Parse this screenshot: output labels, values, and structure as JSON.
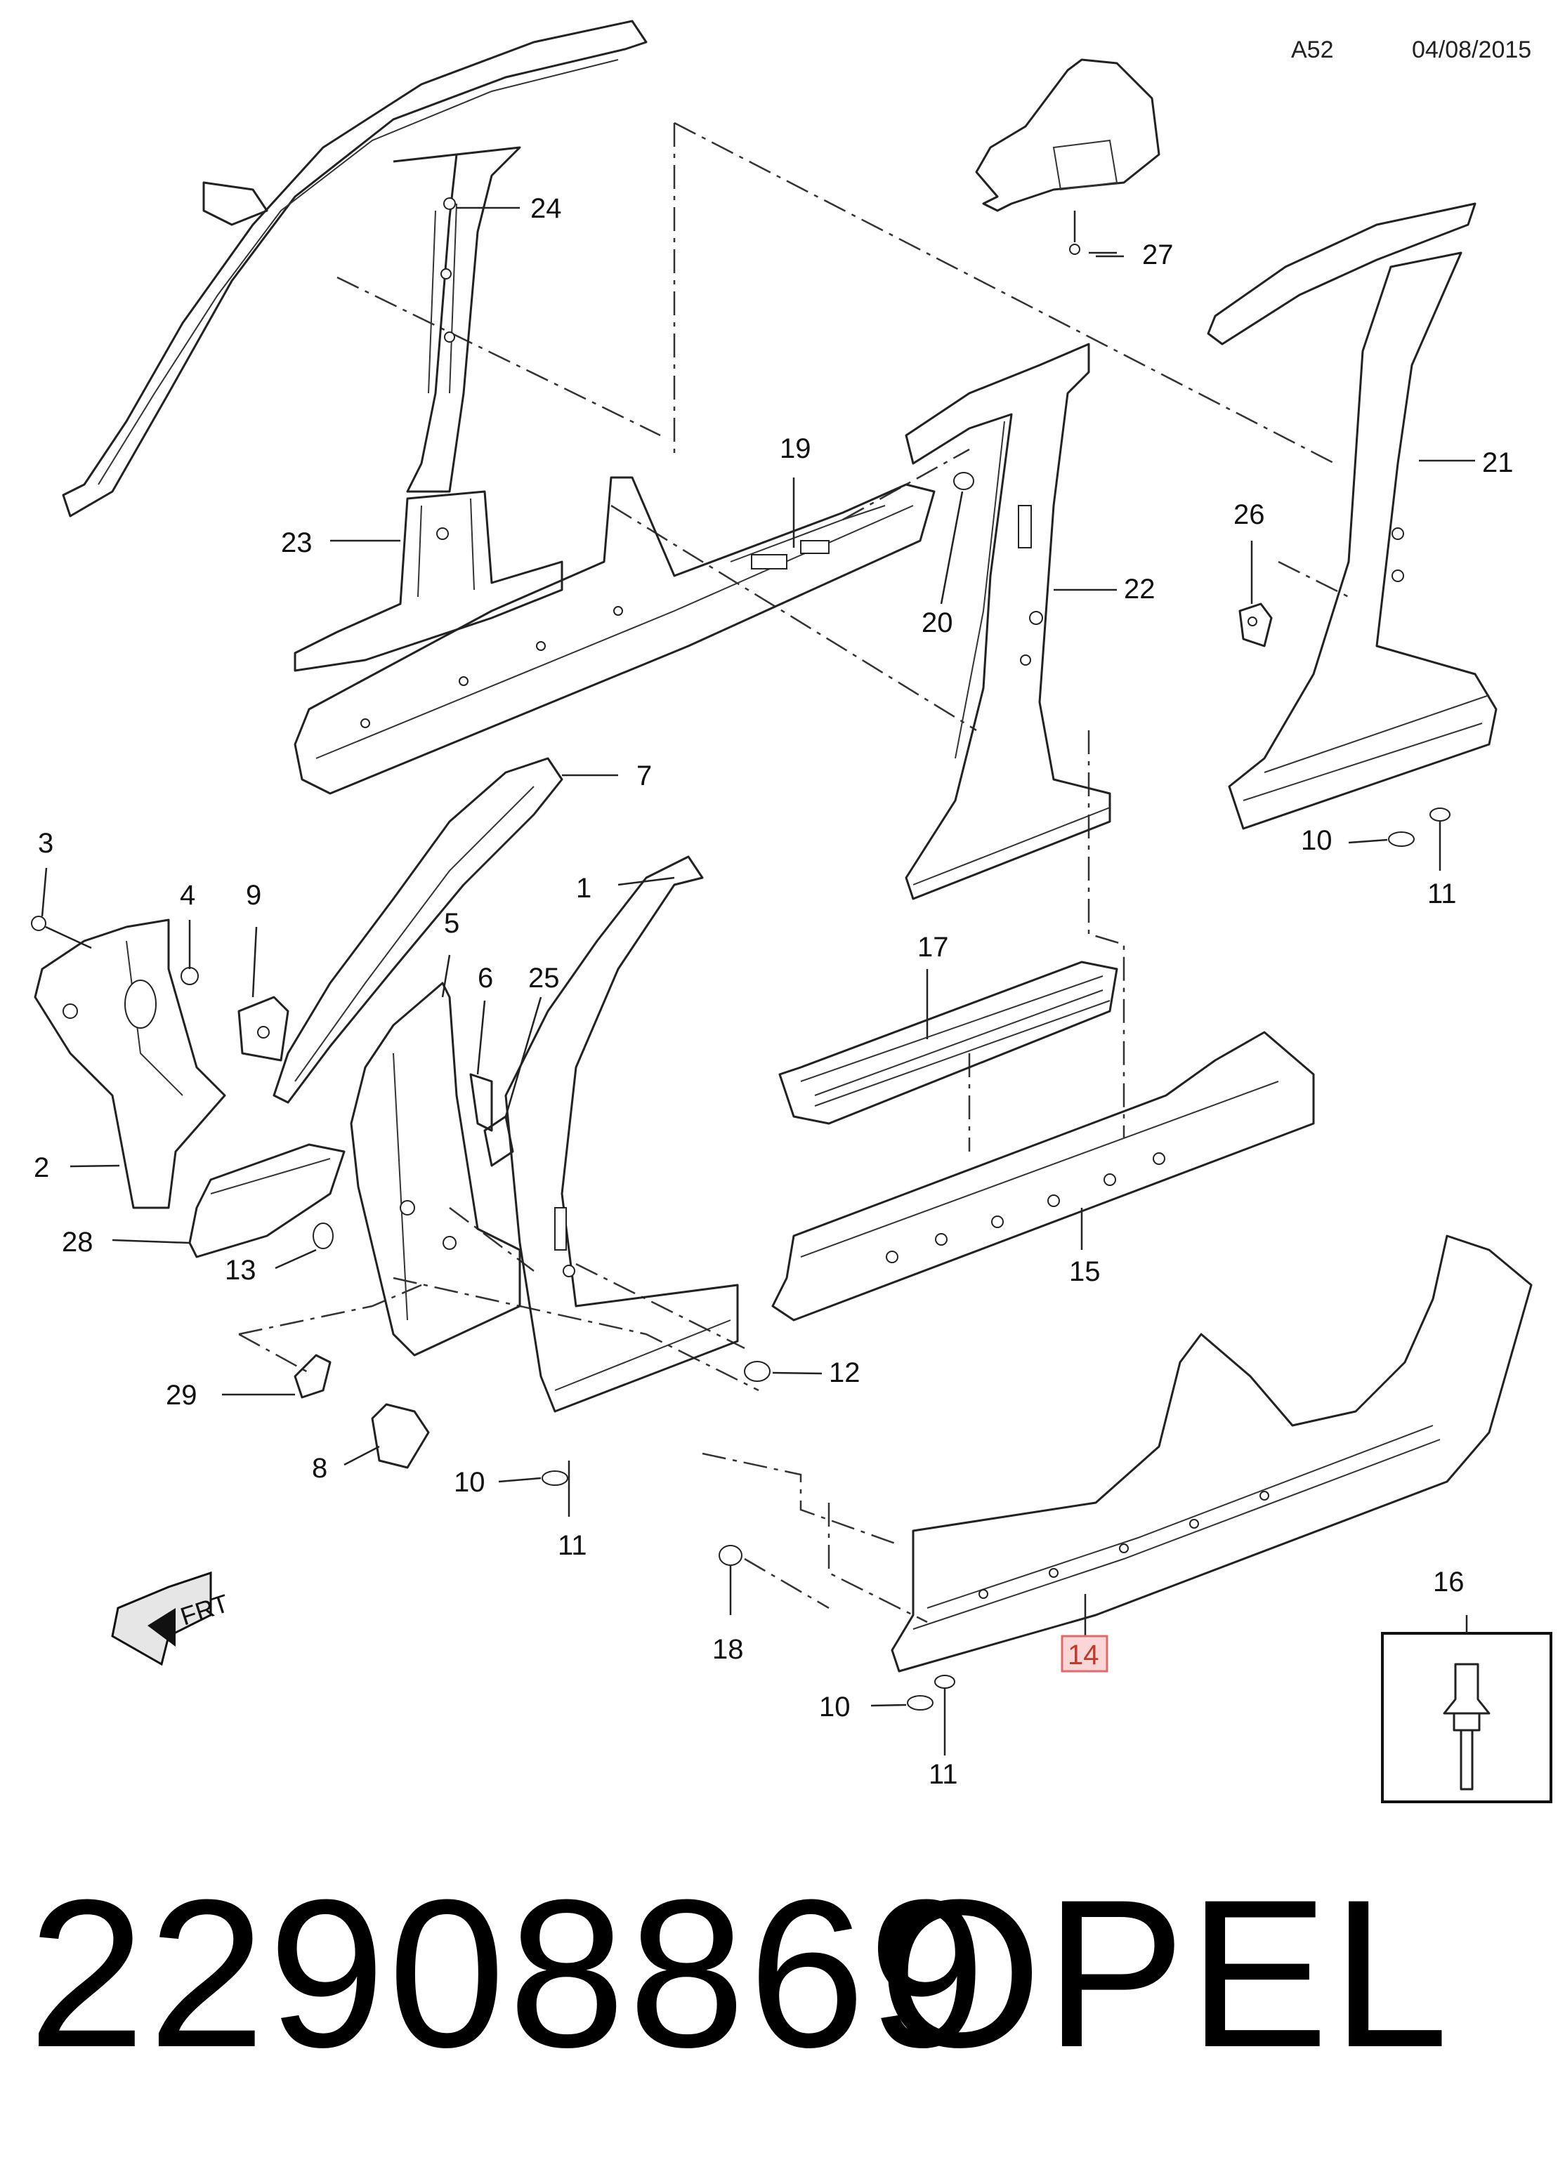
{
  "header": {
    "code": "A52",
    "date": "04/08/2015"
  },
  "callouts": {
    "c1": "1",
    "c2": "2",
    "c3": "3",
    "c4": "4",
    "c5": "5",
    "c6": "6",
    "c7": "7",
    "c8": "8",
    "c9": "9",
    "c10a": "10",
    "c10b": "10",
    "c10c": "10",
    "c11a": "11",
    "c11b": "11",
    "c11c": "11",
    "c12": "12",
    "c13": "13",
    "c14": "14",
    "c15": "15",
    "c16": "16",
    "c17": "17",
    "c18": "18",
    "c19": "19",
    "c20": "20",
    "c21": "21",
    "c22": "22",
    "c23": "23",
    "c24": "24",
    "c25": "25",
    "c26": "26",
    "c27": "27",
    "c28": "28",
    "c29": "29"
  },
  "highlighted_callout": "14",
  "orientation_label": "FRT",
  "footer": {
    "part_number": "22908869",
    "brand": "OPEL"
  }
}
